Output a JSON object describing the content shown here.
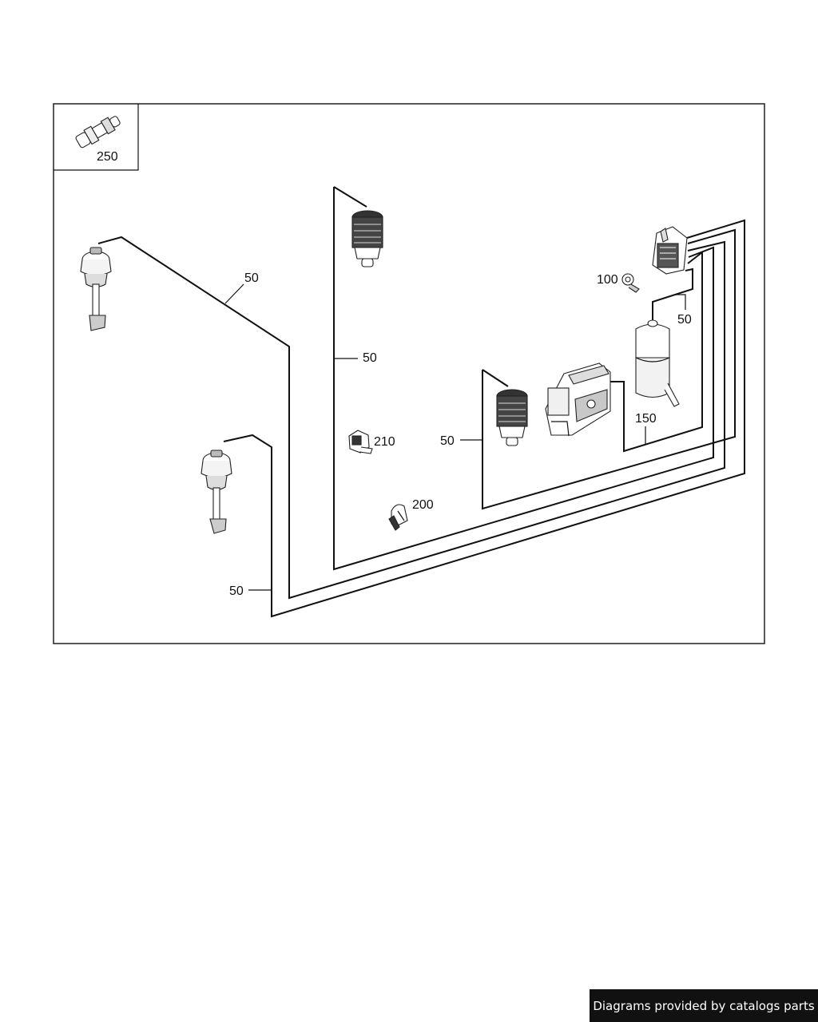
{
  "diagram": {
    "callouts": {
      "inset_250": "250",
      "line_left": "50",
      "line_center": "50",
      "line_mid": "50",
      "line_right": "50",
      "line_bottom": "50",
      "clamp_100": "100",
      "tank_150": "150",
      "clip_210": "210",
      "clip_200": "200"
    }
  },
  "footer": {
    "credit": "Diagrams provided by catalogs parts"
  },
  "colors": {
    "line": "#111111",
    "footer_bg": "#111111",
    "footer_text": "#ffffff"
  }
}
